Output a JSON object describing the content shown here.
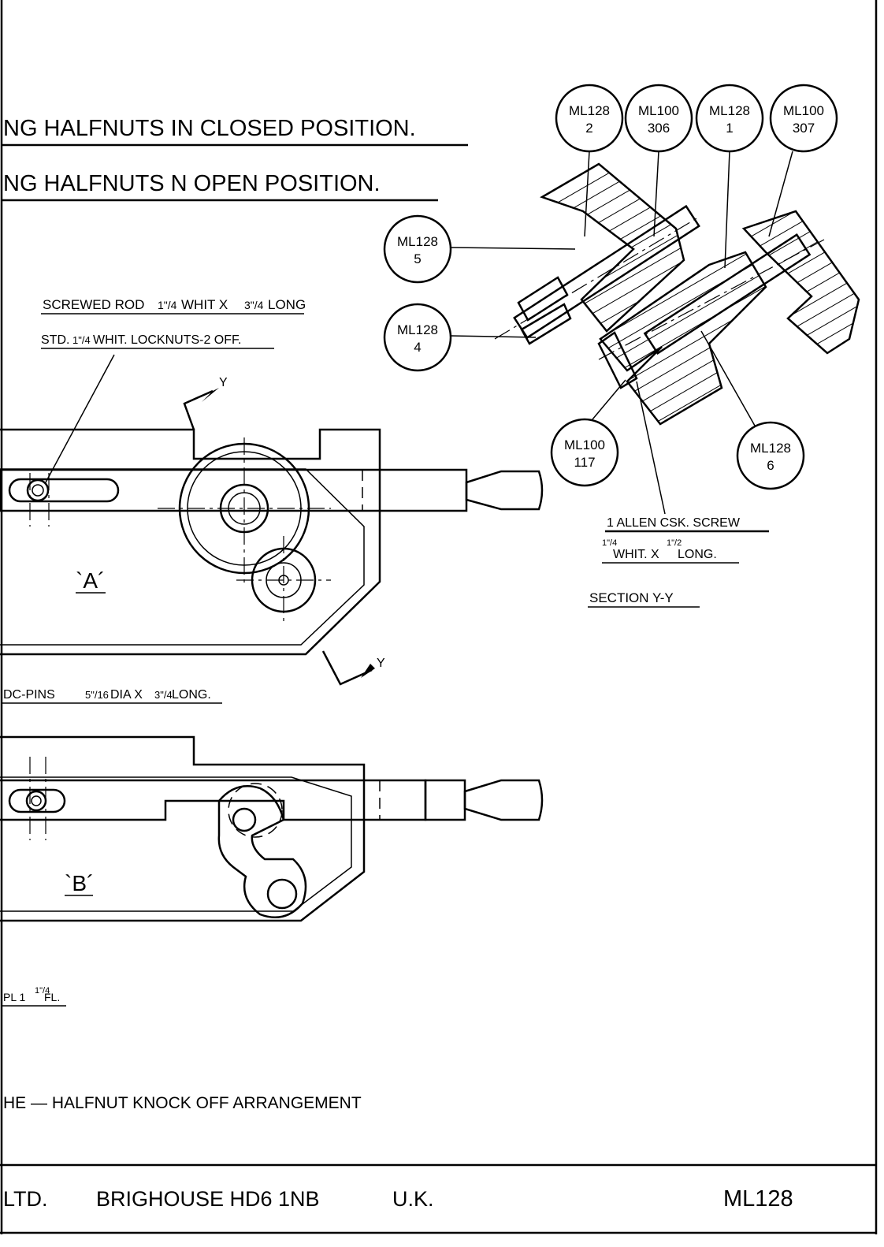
{
  "notes": {
    "closed": "NG HALFNUTS IN CLOSED POSITION.",
    "open": "NG HALFNUTS N OPEN POSITION.",
    "screwed_rod": "SCREWED ROD",
    "screwed_rod_frac1": "1\"/4",
    "screwed_rod_tail1": "WHIT X",
    "screwed_rod_frac2": "3\"/4",
    "screwed_rod_tail2": "LONG",
    "locknuts_a": "STD.",
    "locknuts_frac": "1\"/4",
    "locknuts_b": "WHIT. LOCKNUTS-2 OFF.",
    "dowel_a": "DC-PINS",
    "dowel_frac1": "5\"/16",
    "dowel_mid": "DIA X",
    "dowel_frac2": "3\"/4",
    "dowel_tail": "LONG.",
    "fl_a": "PL 1",
    "fl_frac": "1\"/4",
    "fl_b": "FL."
  },
  "views": {
    "a": "`A´",
    "b": "`B´",
    "section_arrow": "Y"
  },
  "section": {
    "title": "SECTION Y-Y",
    "screw_line1": "1 ALLEN CSK. SCREW",
    "screw_frac1": "1\"/4",
    "screw_mid": "WHIT. X",
    "screw_frac2": "1\"/2",
    "screw_tail": "LONG."
  },
  "balloons": [
    {
      "line1": "ML128",
      "line2": "2"
    },
    {
      "line1": "ML100",
      "line2": "306"
    },
    {
      "line1": "ML128",
      "line2": "1"
    },
    {
      "line1": "ML100",
      "line2": "307"
    },
    {
      "line1": "ML128",
      "line2": "5"
    },
    {
      "line1": "ML128",
      "line2": "4"
    },
    {
      "line1": "ML100",
      "line2": "117"
    },
    {
      "line1": "ML128",
      "line2": "6"
    }
  ],
  "title_block": {
    "drawing_title": "HE — HALFNUT KNOCK OFF ARRANGEMENT",
    "company": "LTD.",
    "address": "BRIGHOUSE HD6 1NB",
    "country": "U.K.",
    "drawing_number": "ML128"
  }
}
